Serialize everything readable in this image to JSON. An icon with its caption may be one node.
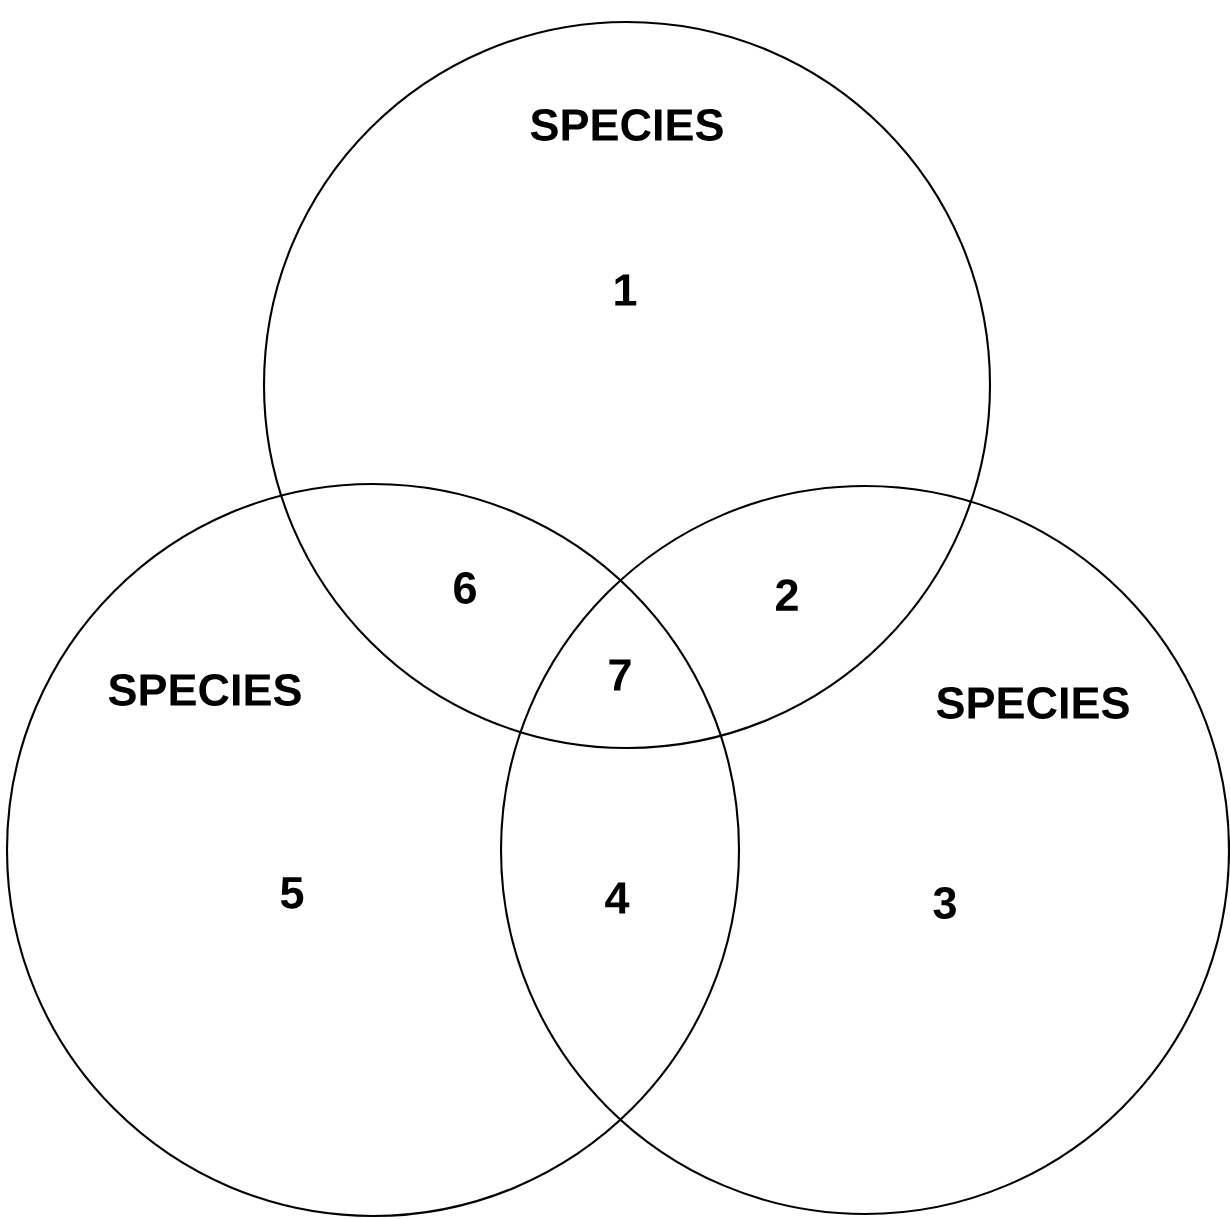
{
  "diagram": {
    "nodes": [
      {
        "text": [
          "SPECIES"
        ]
      },
      {
        "text": [
          "SPECIES"
        ]
      },
      {
        "text": [
          "SPECIES"
        ]
      }
    ],
    "labels": [
      "1",
      "6",
      "2",
      "7",
      "5",
      "4",
      "3"
    ]
  }
}
